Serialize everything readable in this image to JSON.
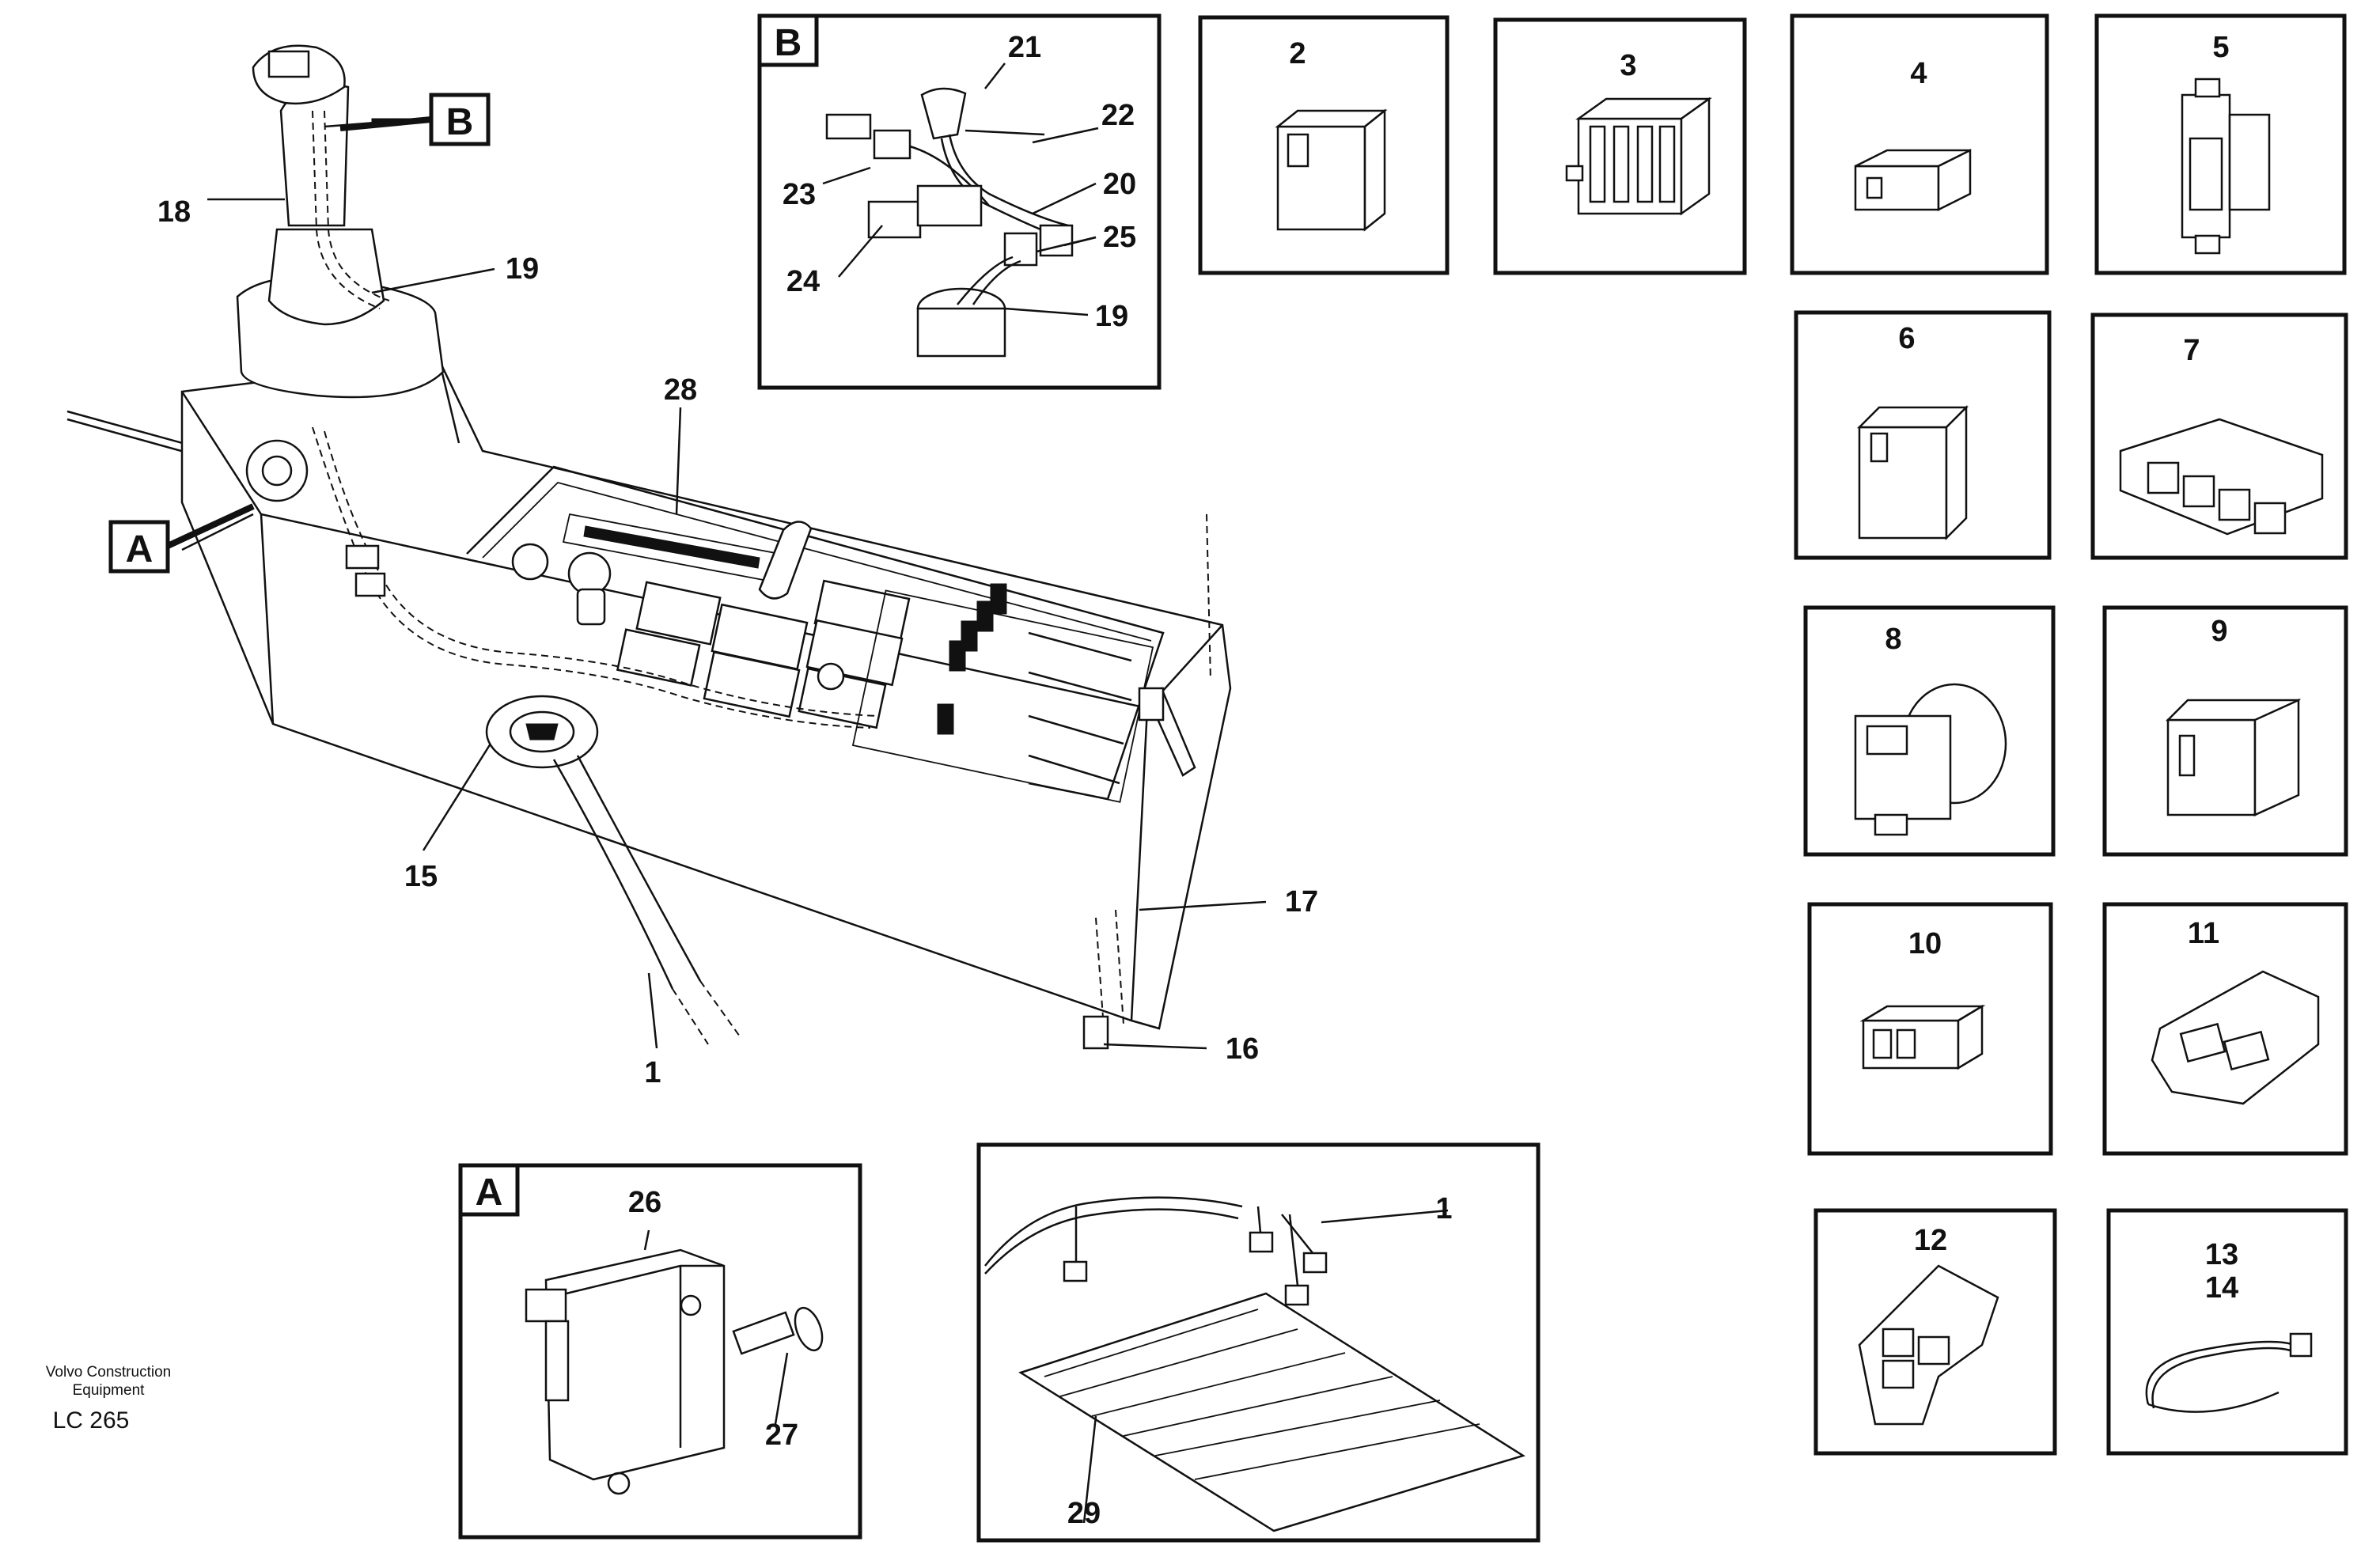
{
  "footer": {
    "company_line1": "Volvo Construction",
    "company_line2": "Equipment",
    "model": "LC 265"
  },
  "detail_views": {
    "a": "A",
    "b": "B"
  },
  "callouts": {
    "c1": "1",
    "c1b": "1",
    "c2": "2",
    "c3": "3",
    "c4": "4",
    "c5": "5",
    "c6": "6",
    "c7": "7",
    "c8": "8",
    "c9": "9",
    "c10": "10",
    "c11": "11",
    "c12": "12",
    "c13": "13",
    "c14": "14",
    "c15": "15",
    "c16": "16",
    "c17": "17",
    "c18": "18",
    "c19": "19",
    "c19b": "19",
    "c20": "20",
    "c21": "21",
    "c22": "22",
    "c23": "23",
    "c24": "24",
    "c25": "25",
    "c26": "26",
    "c27": "27",
    "c28": "28",
    "c29": "29"
  }
}
